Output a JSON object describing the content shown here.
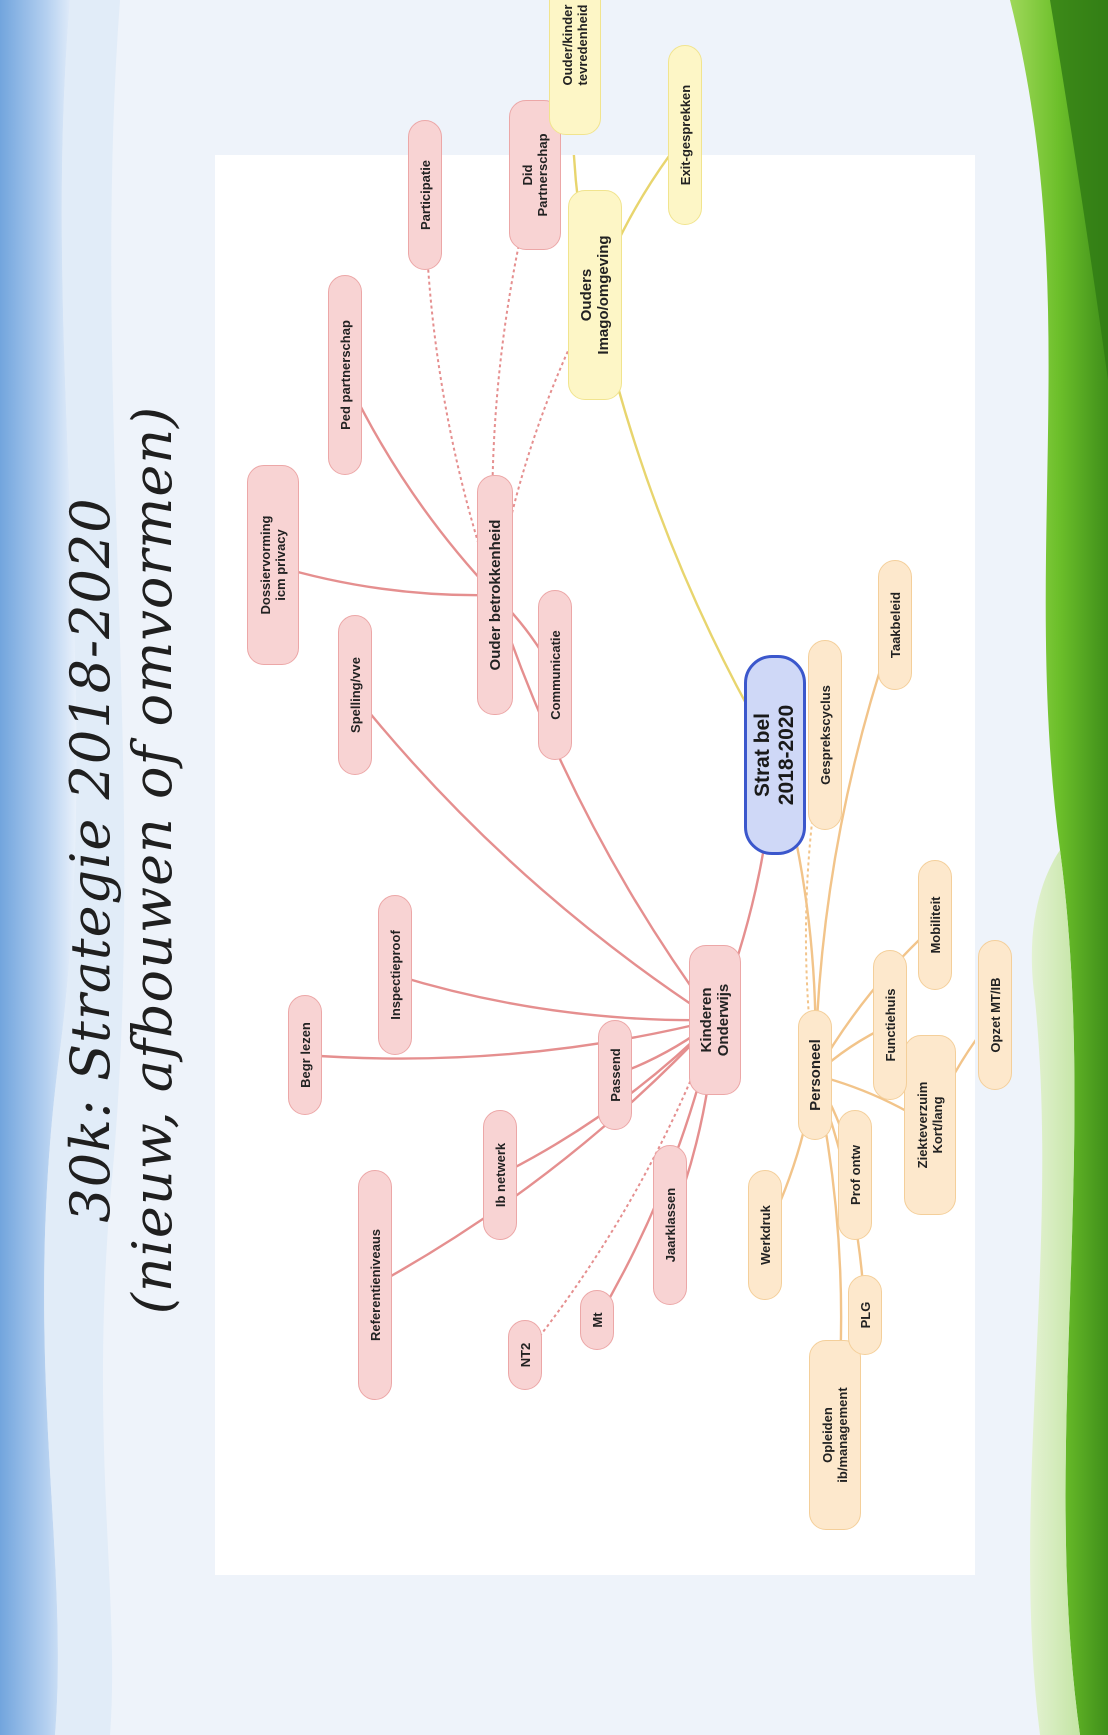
{
  "slide": {
    "title_line1": "30k: Strategie 2018-2020",
    "title_line2": "(nieuw, afbouwen of omvormen)"
  },
  "colors": {
    "red_fill": "#f8d3d3",
    "red_line": "#e58f8f",
    "yellow_fill": "#fdf6c6",
    "yellow_line": "#e8d56e",
    "orange_fill": "#fde8cc",
    "orange_line": "#f2c48a",
    "root_fill": "#cfd8f7",
    "root_border": "#3b57cc",
    "green_band": "#6cbf2a"
  },
  "mindmap": {
    "root": {
      "id": "root",
      "label": "Strat bel\n2018-2020"
    },
    "branches": [
      {
        "id": "kinderen",
        "label": "Kinderen\nOnderwijs",
        "color": "red",
        "parent": "root"
      },
      {
        "id": "ouderbetr",
        "label": "Ouder betrokkenheid",
        "color": "red",
        "parent": "kinderen"
      },
      {
        "id": "ouders",
        "label": "Ouders\nImago/omgeving",
        "color": "yellow",
        "parent": "root"
      },
      {
        "id": "personeel",
        "label": "Personeel",
        "color": "orange",
        "parent": "root"
      }
    ],
    "leaves": [
      {
        "id": "referentie",
        "label": "Referentieniveaus",
        "color": "red",
        "parent": "kinderen",
        "dotted": false
      },
      {
        "id": "begr",
        "label": "Begr lezen",
        "color": "red",
        "parent": "kinderen",
        "dotted": false
      },
      {
        "id": "ibnetwerk",
        "label": "Ib netwerk",
        "color": "red",
        "parent": "kinderen",
        "dotted": false
      },
      {
        "id": "inspectie",
        "label": "Inspectieproof",
        "color": "red",
        "parent": "kinderen",
        "dotted": false
      },
      {
        "id": "spelling",
        "label": "Spelling/vve",
        "color": "red",
        "parent": "kinderen",
        "dotted": false
      },
      {
        "id": "nt2",
        "label": "NT2",
        "color": "red",
        "parent": "kinderen",
        "dotted": true
      },
      {
        "id": "mt",
        "label": "Mt",
        "color": "red",
        "parent": "kinderen",
        "dotted": false
      },
      {
        "id": "passend",
        "label": "Passend",
        "color": "red",
        "parent": "kinderen",
        "dotted": false
      },
      {
        "id": "jaarklassen",
        "label": "Jaarklassen",
        "color": "red",
        "parent": "kinderen",
        "dotted": false
      },
      {
        "id": "dossier",
        "label": "Dossiervorming\nicm privacy",
        "color": "red",
        "parent": "ouderbetr",
        "dotted": false
      },
      {
        "id": "pedpart",
        "label": "Ped partnerschap",
        "color": "red",
        "parent": "ouderbetr",
        "dotted": false
      },
      {
        "id": "participatie",
        "label": "Participatie",
        "color": "red",
        "parent": "ouderbetr",
        "dotted": true
      },
      {
        "id": "didpart",
        "label": "Did\nPartnerschap",
        "color": "red",
        "parent": "ouderbetr",
        "dotted": true
      },
      {
        "id": "communicatie",
        "label": "Communicatie",
        "color": "red",
        "parent": "ouderbetr",
        "dotted": false
      },
      {
        "id": "tevreden",
        "label": "Ouder/kinder\ntevredenheid",
        "color": "yellow",
        "parent": "ouders",
        "dotted": false
      },
      {
        "id": "exit",
        "label": "Exit-gesprekken",
        "color": "yellow",
        "parent": "ouders",
        "dotted": false
      },
      {
        "id": "opleiden",
        "label": "Opleiden\nib/management",
        "color": "orange",
        "parent": "personeel",
        "dotted": false
      },
      {
        "id": "werkdruk",
        "label": "Werkdruk",
        "color": "orange",
        "parent": "personeel",
        "dotted": false
      },
      {
        "id": "plg",
        "label": "PLG",
        "color": "orange",
        "parent": "personeel",
        "dotted": false
      },
      {
        "id": "profontw",
        "label": "Prof ontw",
        "color": "orange",
        "parent": "personeel",
        "dotted": false
      },
      {
        "id": "ziekte",
        "label": "Ziekteverzuim\nKort/lang",
        "color": "orange",
        "parent": "personeel",
        "dotted": false
      },
      {
        "id": "opzet",
        "label": "Opzet MT/IB",
        "color": "orange",
        "parent": "ziekte",
        "dotted": false
      },
      {
        "id": "functiehuis",
        "label": "Functiehuis",
        "color": "orange",
        "parent": "personeel",
        "dotted": false
      },
      {
        "id": "mobiliteit",
        "label": "Mobiliteit",
        "color": "orange",
        "parent": "personeel",
        "dotted": false
      },
      {
        "id": "gesprek",
        "label": "Gesprekscyclus",
        "color": "orange",
        "parent": "personeel",
        "dotted": true
      },
      {
        "id": "taakbeleid",
        "label": "Taakbeleid",
        "color": "orange",
        "parent": "personeel",
        "dotted": false
      }
    ],
    "extra_links": [
      {
        "from": "ouderbetr",
        "to": "ouders",
        "style": "dotted"
      }
    ]
  }
}
